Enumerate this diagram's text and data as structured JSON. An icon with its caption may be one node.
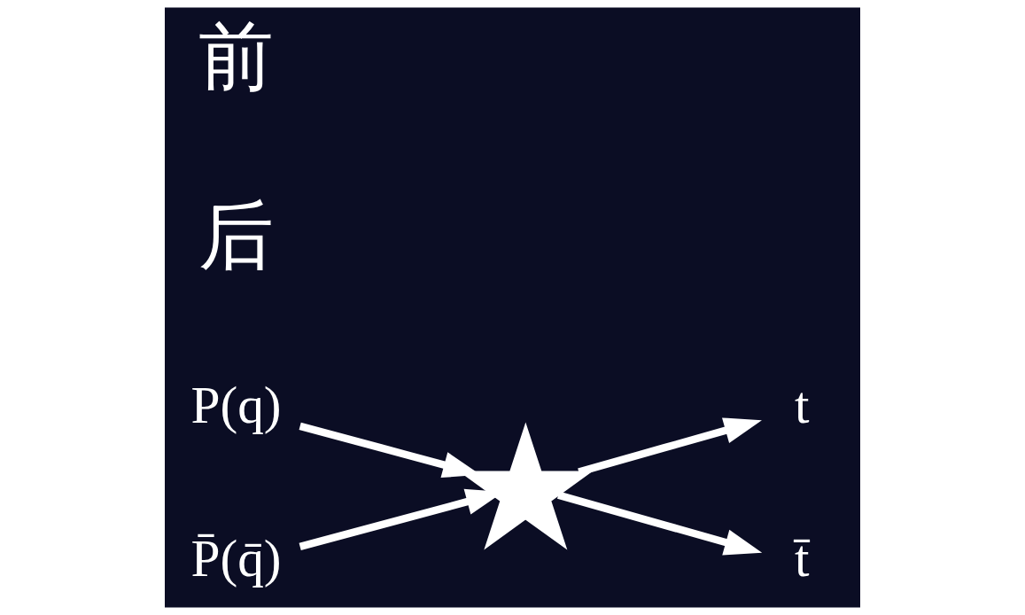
{
  "diagram": {
    "nodes": [
      {
        "text": [
          "P(q)"
        ]
      },
      {
        "text": [
          "P̄(q̄)"
        ]
      },
      {
        "text": [],
        "shape": "star"
      },
      {
        "text": [
          "t"
        ]
      },
      {
        "text": [
          "t̄"
        ]
      }
    ],
    "edges": [
      {
        "from": 0,
        "to": 2,
        "arrow": "to"
      },
      {
        "from": 1,
        "to": 2,
        "arrow": "to"
      },
      {
        "from": 2,
        "to": 3,
        "arrow": "to"
      },
      {
        "from": 2,
        "to": 4,
        "arrow": "to"
      }
    ],
    "labels": [
      "后",
      "前"
    ]
  }
}
